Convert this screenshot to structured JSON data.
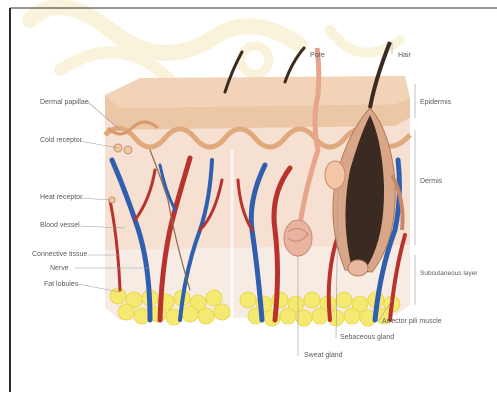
{
  "labels": {
    "dermal_papillae": "Dermal papillae",
    "cold_receptor": "Cold receptor",
    "heat_receptor": "Heat receptor",
    "blood_vessel": "Blood vessel",
    "connective_tissue": "Connective tissue",
    "nerve": "Nerve",
    "fat_lobules": "Fat lobules",
    "pore": "Pore",
    "hair": "Hair",
    "epidermis": "Epidermis",
    "dermis": "Dermis",
    "subcutaneous_layer": "Subcutaneous layer",
    "arrector_pili_muscle": "Arrector pili muscle",
    "sebaceous_gland": "Sebaceous gland",
    "sweat_gland": "Sweat gland"
  },
  "colors": {
    "frame": "#2b2b2b",
    "watermark": "#f6ebbf",
    "skin_top": "#f2d3b7",
    "epidermis": "#ecc7a6",
    "dermis": "#f5e0d2",
    "subcutaneous": "#f7ece4",
    "fat": "#f4ea72",
    "artery": "#b8322e",
    "vein": "#2f5fae",
    "hair": "#3b2a22",
    "leader": "#9a9a9a"
  }
}
